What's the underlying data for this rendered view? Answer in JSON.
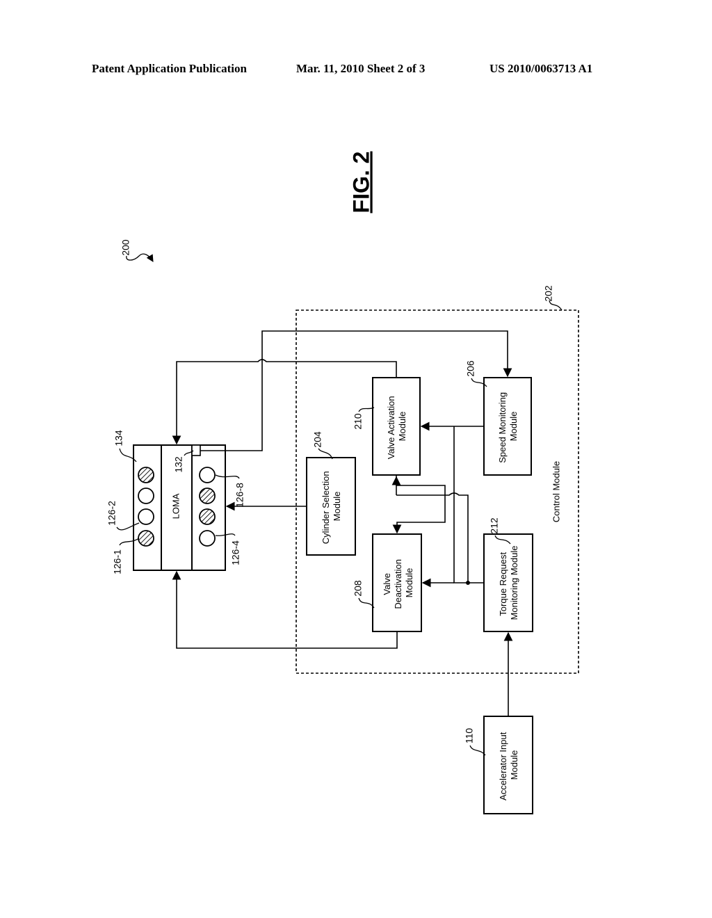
{
  "header": {
    "left": "Patent Application Publication",
    "middle": "Mar. 11, 2010  Sheet 2 of 3",
    "right": "US 2010/0063713 A1"
  },
  "figure": {
    "title": "FIG. 2",
    "ref_system": "200",
    "ref_control": "202",
    "control_label": "Control Module"
  },
  "engine": {
    "loma_label": "LOMA",
    "refs": {
      "r134": "134",
      "r132": "132",
      "r126_1": "126-1",
      "r126_2": "126-2",
      "r126_4": "126-4",
      "r126_8": "126-8"
    }
  },
  "modules": {
    "cylinder_selection": {
      "ref": "204",
      "line1": "Cylinder Selection",
      "line2": "Module"
    },
    "valve_activation": {
      "ref": "210",
      "line1": "Valve Activation",
      "line2": "Module"
    },
    "speed_monitoring": {
      "ref": "206",
      "line1": "Speed Monitoring",
      "line2": "Module"
    },
    "valve_deactivation": {
      "ref": "208",
      "line1": "Valve",
      "line2": "Deactivation",
      "line3": "Module"
    },
    "torque_request": {
      "ref": "212",
      "line1": "Torque Request",
      "line2": "Monitoring Module"
    },
    "accelerator_input": {
      "ref": "110",
      "line1": "Accelerator Input",
      "line2": "Module"
    }
  }
}
